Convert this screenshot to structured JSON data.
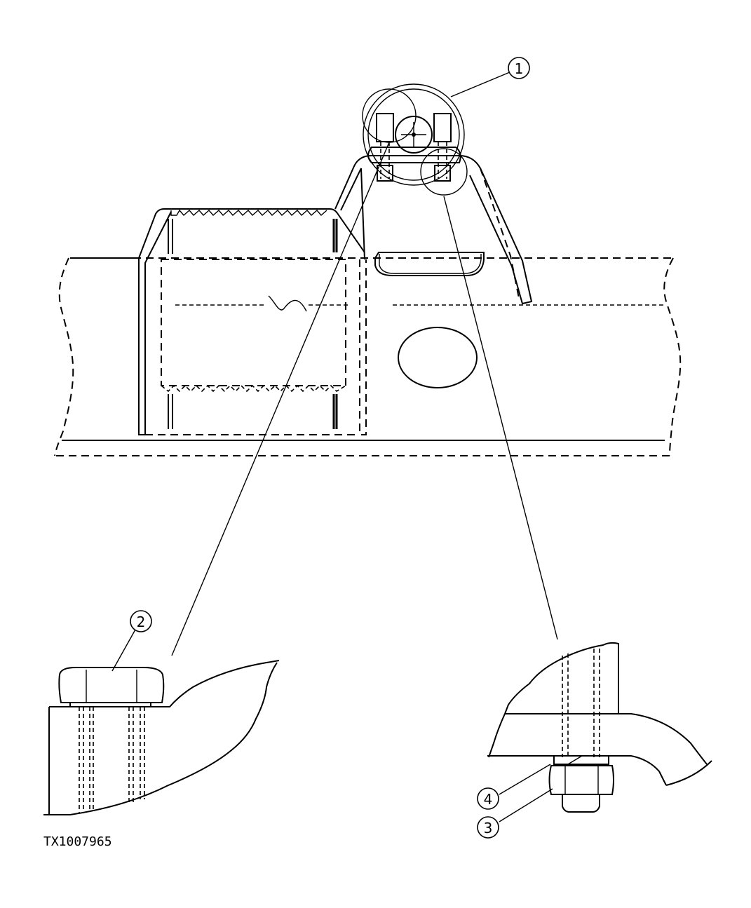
{
  "callouts": [
    {
      "id": "callout-1",
      "label": "1"
    },
    {
      "id": "callout-2",
      "label": "2"
    },
    {
      "id": "callout-3",
      "label": "3"
    },
    {
      "id": "callout-4",
      "label": "4"
    }
  ],
  "figure_id": "TX1007965",
  "colors": {
    "line": "#000000",
    "background": "#ffffff"
  }
}
